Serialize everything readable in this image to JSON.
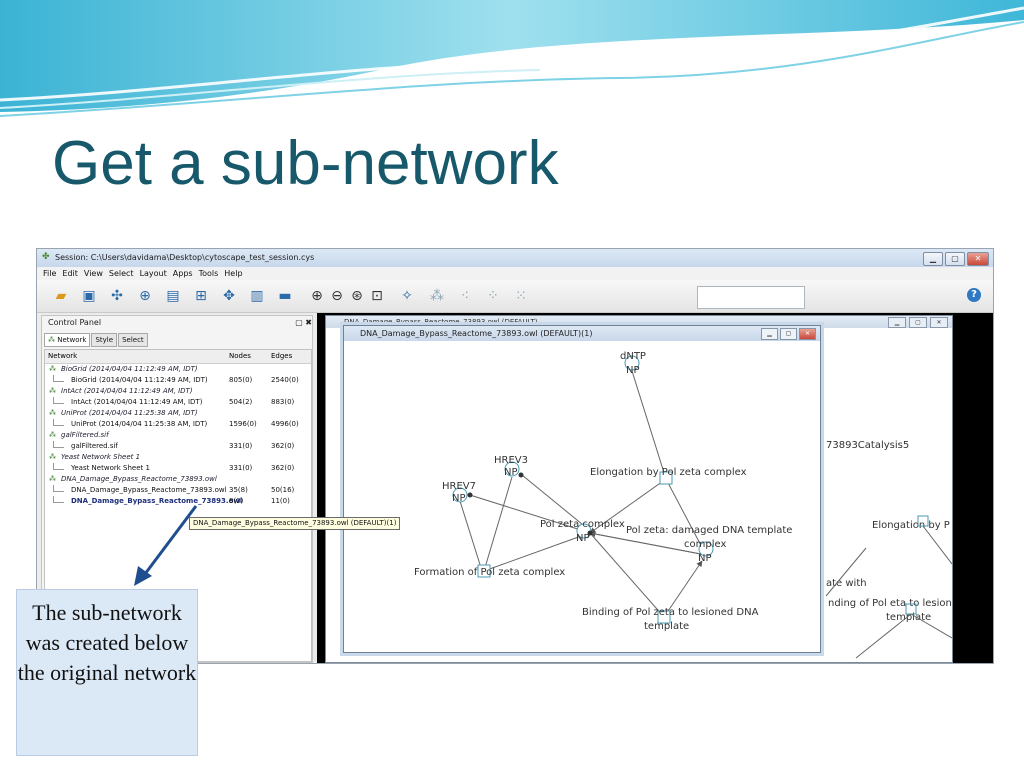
{
  "slide": {
    "title": "Get a sub-network",
    "callout": "The sub-network was created below the original network"
  },
  "app": {
    "window_title": "Session: C:\\Users\\davidama\\Desktop\\cytoscape_test_session.cys",
    "menu": [
      "File",
      "Edit",
      "View",
      "Select",
      "Layout",
      "Apps",
      "Tools",
      "Help"
    ],
    "control_panel": {
      "title": "Control Panel",
      "tabs": [
        "Network",
        "Style",
        "Select"
      ],
      "table_headers": [
        "Network",
        "Nodes",
        "Edges"
      ],
      "rows": [
        {
          "name": "BioGrid (2014/04/04 11:12:49 AM, IDT)",
          "nodes": "",
          "edges": "",
          "kind": "parent"
        },
        {
          "name": "BioGrid (2014/04/04 11:12:49 AM, IDT)",
          "nodes": "805(0)",
          "edges": "2540(0)",
          "kind": "child"
        },
        {
          "name": "IntAct (2014/04/04 11:12:49 AM, IDT)",
          "nodes": "",
          "edges": "",
          "kind": "parent"
        },
        {
          "name": "IntAct (2014/04/04 11:12:49 AM, IDT)",
          "nodes": "504(2)",
          "edges": "883(0)",
          "kind": "child"
        },
        {
          "name": "UniProt (2014/04/04 11:25:38 AM, IDT)",
          "nodes": "",
          "edges": "",
          "kind": "parent"
        },
        {
          "name": "UniProt (2014/04/04 11:25:38 AM, IDT)",
          "nodes": "1596(0)",
          "edges": "4996(0)",
          "kind": "child"
        },
        {
          "name": "galFiltered.sif",
          "nodes": "",
          "edges": "",
          "kind": "parent"
        },
        {
          "name": "galFiltered.sif",
          "nodes": "331(0)",
          "edges": "362(0)",
          "kind": "child"
        },
        {
          "name": "Yeast Network Sheet 1",
          "nodes": "",
          "edges": "",
          "kind": "parent"
        },
        {
          "name": "Yeast Network Sheet 1",
          "nodes": "331(0)",
          "edges": "362(0)",
          "kind": "child"
        },
        {
          "name": "DNA_Damage_Bypass_Reactome_73893.owl",
          "nodes": "",
          "edges": "",
          "kind": "parent"
        },
        {
          "name": "DNA_Damage_Bypass_Reactome_73893.owl",
          "nodes": "35(8)",
          "edges": "50(16)",
          "kind": "child"
        },
        {
          "name": "DNA_Damage_Bypass_Reactome_73893.owl",
          "nodes": "8(0)",
          "edges": "11(0)",
          "kind": "selected"
        }
      ],
      "tooltip": "DNA_Damage_Bypass_Reactome_73893.owl (DEFAULT)(1)"
    },
    "network_views": {
      "background_title": "DNA_Damage_Bypass_Reactome_73893.owl (DEFAULT)",
      "foreground_title": "DNA_Damage_Bypass_Reactome_73893.owl (DEFAULT)(1)",
      "background_labels": [
        "73893Catalysis5",
        "Elongation by P",
        "ate with",
        "nding of Pol eta to lesion",
        "template"
      ]
    },
    "graph_labels": {
      "dntp": "dNTP",
      "np": "NP",
      "hrev3": "HREV3",
      "hrev7": "HREV7",
      "elongation": "Elongation by Pol zeta complex",
      "pol_zeta": "Pol zeta complex",
      "pol_zeta_damaged_1": "Pol zeta: damaged DNA template",
      "pol_zeta_damaged_2": "complex",
      "formation": "Formation of Pol zeta complex",
      "binding_1": "Binding of Pol zeta to lesioned DNA",
      "binding_2": "template"
    }
  }
}
